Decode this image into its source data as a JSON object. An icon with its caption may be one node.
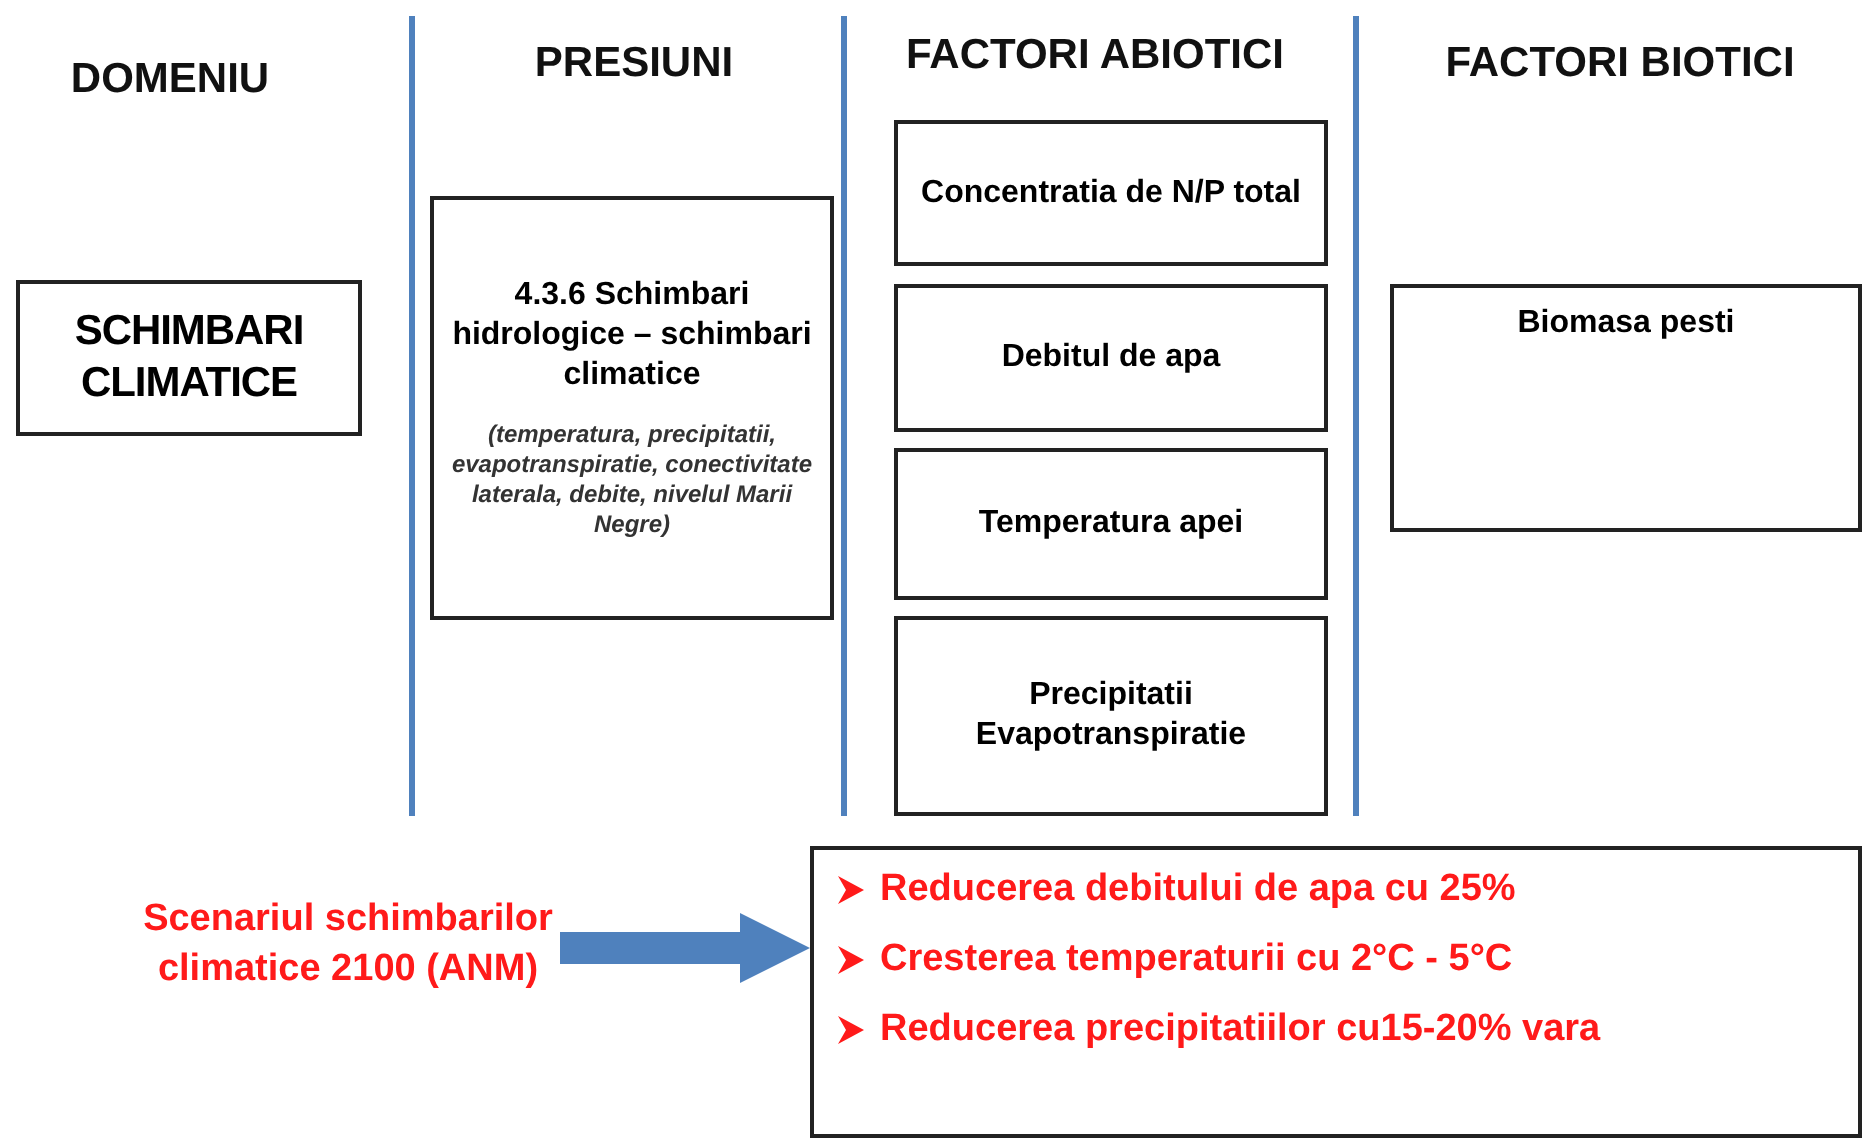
{
  "diagram": {
    "nodes": [
      {
        "text": [
          "SCHIMBARI CLIMATICE"
        ]
      },
      {
        "text": [
          "4.3.6 Schimbari hidrologice – schimbari climatice",
          "(temperatura, precipitatii, evapotranspiratie, conectivitate laterala, debite, nivelul Marii Negre)"
        ]
      },
      {
        "text": [
          "Concentratia de N/P total"
        ]
      },
      {
        "text": [
          "Debitul de apa"
        ]
      },
      {
        "text": [
          "Temperatura apei"
        ]
      },
      {
        "text": [
          "Precipitatii Evapotranspiratie"
        ]
      },
      {
        "text": [
          "Biomasa pesti"
        ]
      },
      {
        "text": [
          "Scenariul schimbarilor climatice 2100 (ANM)"
        ]
      },
      {
        "text": [
          "Reducerea debitului de apa cu 25%",
          "Cresterea temperaturii cu 2°C - 5°C",
          "Reducerea precipitatiilor cu15-20% vara"
        ]
      }
    ],
    "edges": [
      {
        "from": 7,
        "to": 8,
        "arrow": "to",
        "color": "#4f81bd"
      }
    ],
    "labels": [
      "DOMENIU",
      "PRESIUNI",
      "FACTORI ABIOTICI",
      "FACTORI BIOTICI"
    ]
  }
}
